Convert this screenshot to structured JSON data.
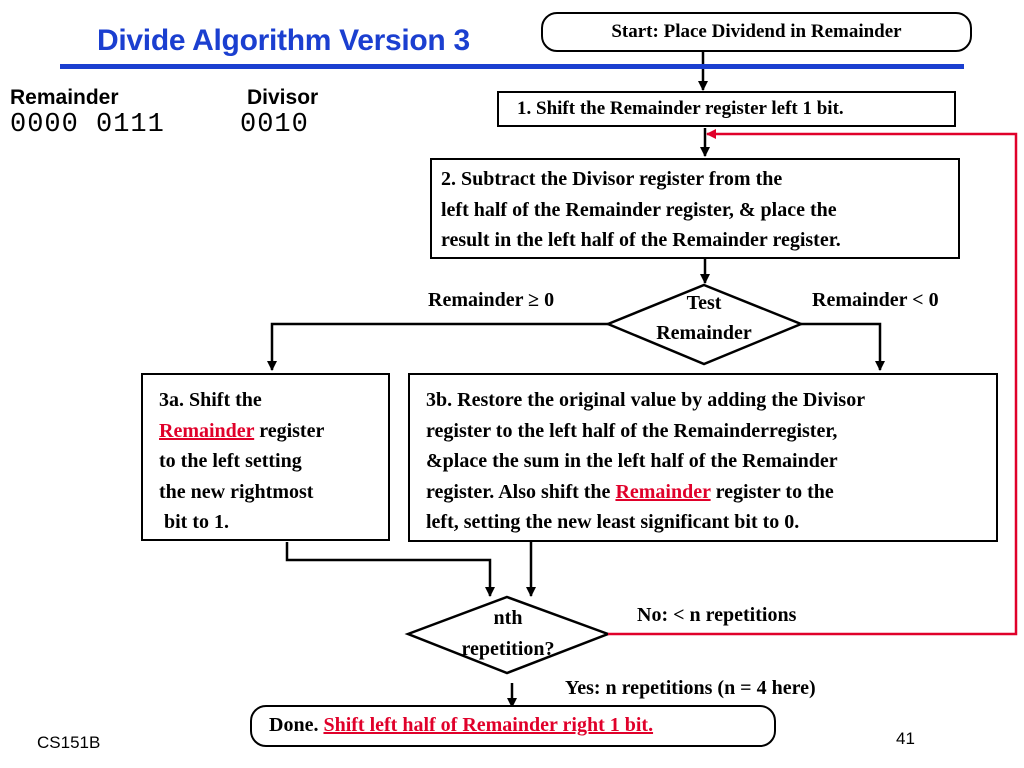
{
  "slide": {
    "title": "Divide Algorithm Version 3",
    "footer_left": "CS151B",
    "page_number": "41",
    "colors": {
      "title": "#1b3fd0",
      "loop_arrow": "#e0002a",
      "highlight": "#e0002a"
    }
  },
  "registers": {
    "remainder_label": "Remainder",
    "divisor_label": "Divisor",
    "remainder_value": "0000 0111",
    "divisor_value": "0010"
  },
  "flowchart": {
    "start": "Start: Place Dividend in Remainder",
    "step1": "1. Shift the Remainder register left 1 bit.",
    "step2": {
      "line1": "2. Subtract the Divisor register from the",
      "line2": "left half of the Remainder register, & place the",
      "line3": "result in the left half of the Remainder register."
    },
    "test": {
      "line1": "Test",
      "line2": "Remainder"
    },
    "branch_left": "Remainder ≥ 0",
    "branch_right": "Remainder < 0",
    "step3a": {
      "line1": "3a. Shift the",
      "line2_highlight": "Remainder",
      "line2_rest": " register",
      "line3": "to the left setting",
      "line4": "the new rightmost",
      "line5": " bit to 1."
    },
    "step3b": {
      "line1": "3b. Restore the original value by adding the Divisor",
      "line2": "register to the left half of the Remainderregister,",
      "line3": "&place the sum in the left half of the Remainder",
      "line4_start": "register. Also shift the ",
      "line4_highlight": "Remainder",
      "line4_end": " register to the",
      "line5": "left, setting the new least significant bit to 0."
    },
    "repeat": {
      "line1": "nth",
      "line2": "repetition?"
    },
    "no_label": "No: < n repetitions",
    "yes_label": "Yes: n repetitions (n = 4 here)",
    "done": {
      "bold": "Done. ",
      "highlight": "Shift left half of Remainder right 1 bit."
    }
  }
}
